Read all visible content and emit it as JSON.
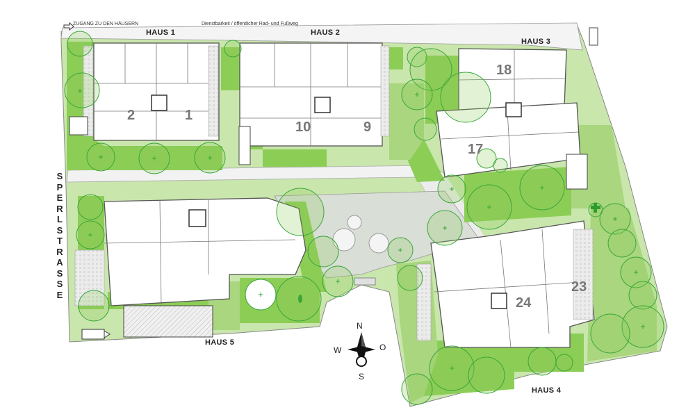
{
  "labels": {
    "access": "ZUGANG ZU DEN HÄUSERN",
    "easement": "Dienstbarkeit / öffentlicher Rad- und Fußweg",
    "haus1": "HAUS 1",
    "haus2": "HAUS 2",
    "haus3": "HAUS 3",
    "haus4": "HAUS 4",
    "haus5": "HAUS 5",
    "street": "SPERLSTRASSE"
  },
  "apartments": {
    "a1": "1",
    "a2": "2",
    "a9": "9",
    "a10": "10",
    "a17": "17",
    "a18": "18",
    "a23": "23",
    "a24": "24"
  },
  "compass": {
    "n": "N",
    "s": "S",
    "w": "W",
    "o": "O"
  },
  "colors": {
    "lawn": "#a9d67e",
    "lawn_dark": "#7dc24a",
    "plaza": "#d8ddd5",
    "building": "#ffffff",
    "wall": "#555555",
    "tree": "#3aa63a",
    "paving": "#e4e4e4"
  }
}
